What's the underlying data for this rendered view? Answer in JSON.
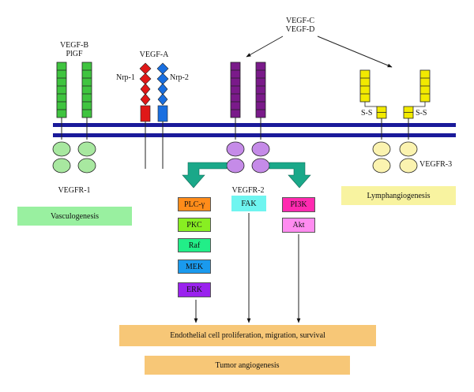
{
  "ligands": {
    "vegfb_plgf": [
      "VEGF-B",
      "PlGF"
    ],
    "vegfa": "VEGF-A",
    "vegfc_vegfd": [
      "VEGF-C",
      "VEGF-D"
    ]
  },
  "coreceptors": {
    "nrp1": "Nrp-1",
    "nrp2": "Nrp-2"
  },
  "receptors": {
    "vegfr1": "VEGFR-1",
    "vegfr2": "VEGFR-2",
    "vegfr3": "VEGFR-3"
  },
  "disulfide": "S-S",
  "outcomes": {
    "vasculogenesis": "Vasculogenesis",
    "lymphangiogenesis": "Lymphangiogenesis",
    "endothelial": "Endothelial cell proliferation, migration, survival",
    "tumor": "Tumor angiogenesis"
  },
  "signaling": {
    "plcg": "PLC-γ",
    "pkc": "PKC",
    "raf": "Raf",
    "mek": "MEK",
    "erk": "ERK",
    "fak": "FAK",
    "pi3k": "PI3K",
    "akt": "Akt"
  },
  "colors": {
    "membrane": "#1a1a9a",
    "vegfr1": "#3fc43f",
    "nrp1": "#e01818",
    "nrp2": "#1a6fe0",
    "vegfr2": "#7a1a8a",
    "vegfr2_intracellular": "#c58be8",
    "vegfr3": "#f2ea00",
    "vegfr3_intracellular": "#fbf3b0",
    "vegfr1_intracellular": "#a8e8a0",
    "arrow_teal": "#1aa889",
    "plcg": "#ff8c1a",
    "pkc": "#88ee22",
    "raf": "#22ee88",
    "mek": "#1a9aee",
    "erk": "#9a22ee",
    "fak": "#6ff5f0",
    "pi3k": "#ff2ab0",
    "akt": "#ff8cf0",
    "vasculogenesis": "#99f0a0",
    "lymphangiogenesis": "#f8f3a0",
    "outcome": "#f7c777"
  }
}
